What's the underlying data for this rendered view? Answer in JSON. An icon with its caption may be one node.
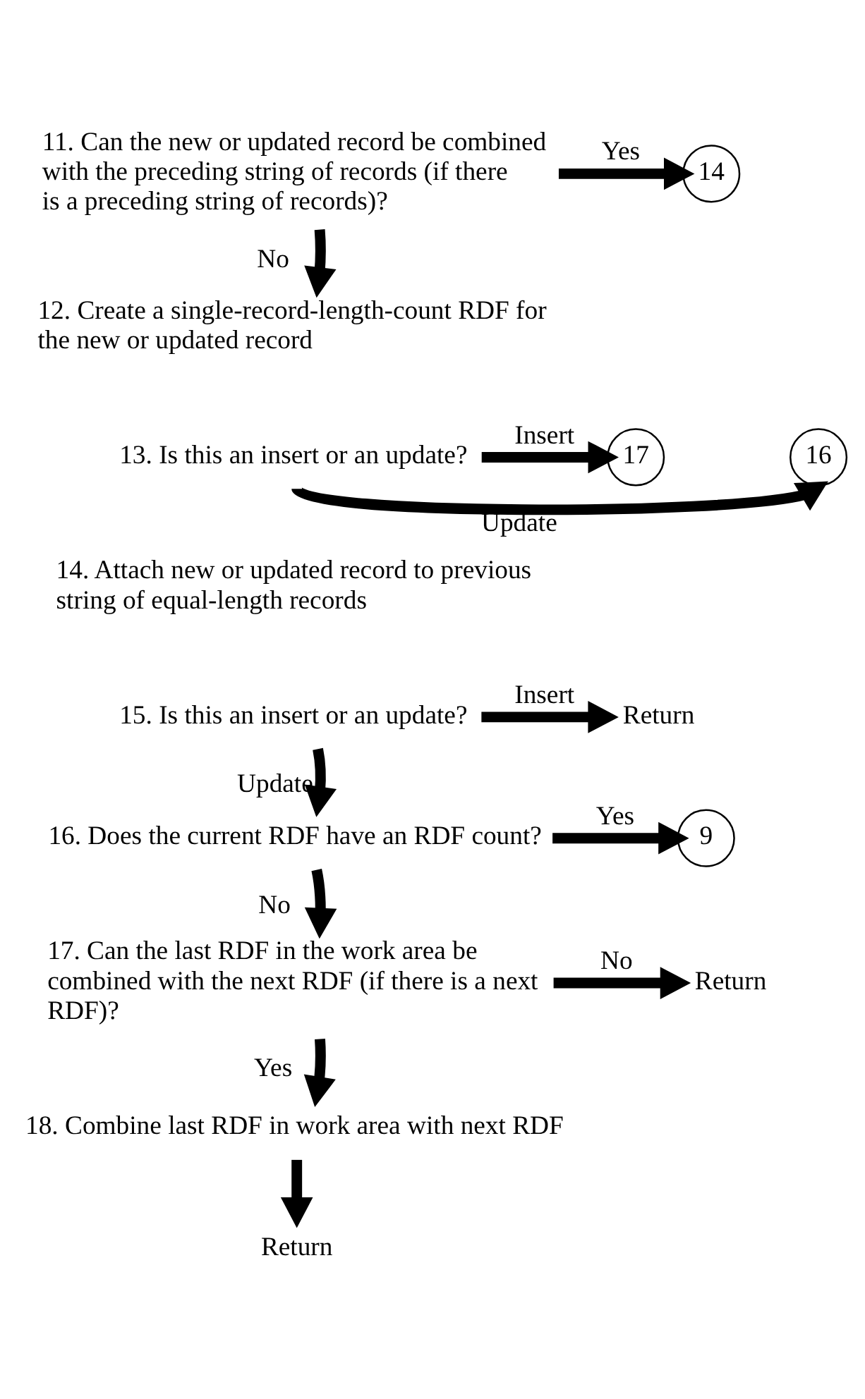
{
  "diagram": {
    "nodes": [
      {
        "text": [
          "11. Can the new or updated record be combined with the preceding string of records (if there is a preceding string of records)?"
        ]
      },
      {
        "text": [
          "14"
        ]
      },
      {
        "text": [
          "12. Create a single-record-length-count RDF for the new or updated record"
        ]
      },
      {
        "text": [
          "13. Is this an insert or an update?"
        ]
      },
      {
        "text": [
          "17"
        ]
      },
      {
        "text": [
          "16"
        ]
      },
      {
        "text": [
          "14. Attach new or updated record to previous string of equal-length records"
        ]
      },
      {
        "text": [
          "15. Is this an insert or an update?"
        ]
      },
      {
        "text": [
          "Return"
        ]
      },
      {
        "text": [
          "16. Does the current RDF have an RDF count?"
        ]
      },
      {
        "text": [
          "9"
        ]
      },
      {
        "text": [
          "17. Can the last RDF in the work area be combined with the next RDF (if there is a next RDF)?"
        ]
      },
      {
        "text": [
          "Return"
        ]
      },
      {
        "text": [
          "18. Combine last RDF in work area with next RDF"
        ]
      },
      {
        "text": [
          "Return"
        ]
      }
    ],
    "edges": [
      {
        "from": 0,
        "to": 2,
        "arrow": "to",
        "label": "No"
      },
      {
        "from": 0,
        "to": 1,
        "arrow": "to",
        "label": "Yes"
      },
      {
        "from": 3,
        "to": 4,
        "arrow": "to",
        "label": "Insert"
      },
      {
        "from": 3,
        "to": 5,
        "arrow": "to",
        "label": "Update"
      },
      {
        "from": 7,
        "to": 9,
        "arrow": "to",
        "label": "Update"
      },
      {
        "from": 7,
        "to": 8,
        "arrow": "to",
        "label": "Insert"
      },
      {
        "from": 9,
        "to": 11,
        "arrow": "to",
        "label": "No"
      },
      {
        "from": 9,
        "to": 10,
        "arrow": "to",
        "label": "Yes"
      },
      {
        "from": 11,
        "to": 13,
        "arrow": "to",
        "label": "Yes"
      },
      {
        "from": 11,
        "to": 12,
        "arrow": "to",
        "label": "No"
      },
      {
        "from": 13,
        "to": 14,
        "arrow": "to"
      }
    ]
  }
}
